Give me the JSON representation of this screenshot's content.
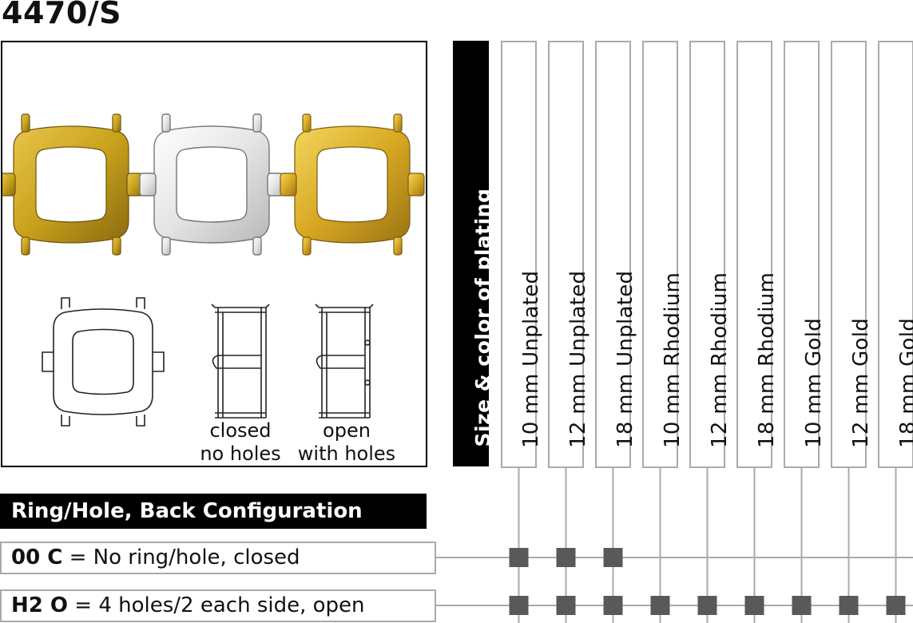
{
  "product": {
    "code": "4470/S"
  },
  "illustration": {
    "items": [
      {
        "name": "unplated",
        "color": "#c9a21c"
      },
      {
        "name": "rhodium",
        "color": "#e6e6e6"
      },
      {
        "name": "gold",
        "color": "#d8a823"
      }
    ],
    "captions": {
      "closed": [
        "closed",
        "no holes"
      ],
      "open": [
        "open",
        "with holes"
      ]
    }
  },
  "size_header": "Size & color of plating",
  "columns": [
    "10 mm Unplated",
    "12 mm Unplated",
    "18 mm Unplated",
    "10 mm Rhodium",
    "12 mm Rhodium",
    "18 mm Rhodium",
    "10 mm Gold",
    "12 mm Gold",
    "18 mm Gold"
  ],
  "config": {
    "title": "Ring/Hole, Back Configuration",
    "rows": [
      {
        "code": "00 C",
        "eq": " = ",
        "desc": "No ring/hole, closed",
        "available": [
          0,
          1,
          2
        ]
      },
      {
        "code": "H2 O",
        "eq": " = ",
        "desc": "4 holes/2 each side, open",
        "available": [
          0,
          1,
          2,
          3,
          4,
          5,
          6,
          7,
          8
        ]
      }
    ]
  },
  "colors": {
    "grid": "#aaaaaa",
    "marker": "#595959",
    "header_bg": "#000000"
  }
}
